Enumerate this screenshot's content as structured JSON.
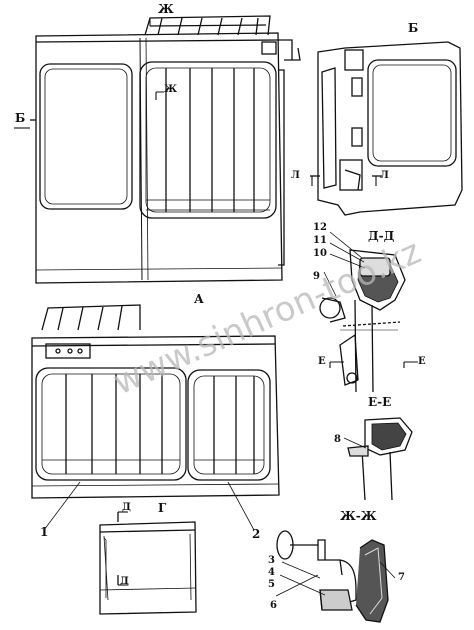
{
  "view_labels": {
    "b_top": "Б",
    "b_side": "Б",
    "a": "А",
    "g": "Г",
    "d_section": "Д-Д",
    "e_section": "Е-Е",
    "zh_section": "Ж-Ж"
  },
  "section_marks": {
    "zh_top": "Ж",
    "zh_inner": "Ж",
    "l_left": "Л",
    "l_right": "Л",
    "e_left": "Е",
    "e_right": "Е",
    "d_top": "Д",
    "d_bottom": "Д"
  },
  "callouts": {
    "c1": "1",
    "c2": "2",
    "c3": "3",
    "c4": "4",
    "c5": "5",
    "c6": "6",
    "c7": "7",
    "c8": "8",
    "c9": "9",
    "c10": "10",
    "c11": "11",
    "c12": "12"
  },
  "watermark": "www.sinhron-too.kz"
}
